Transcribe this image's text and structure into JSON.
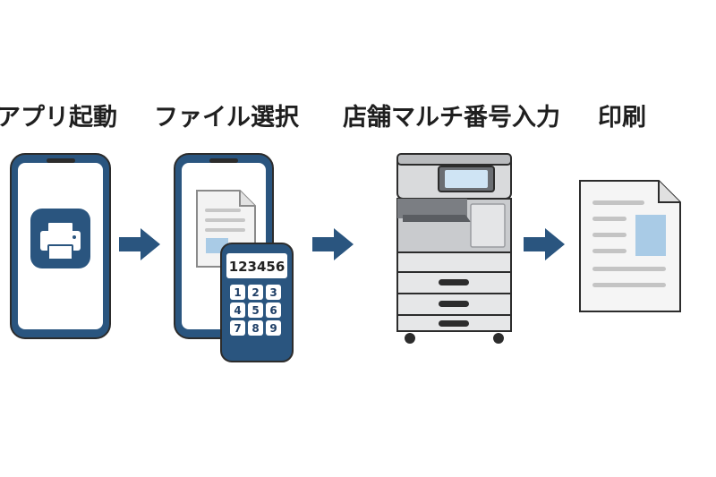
{
  "steps": [
    {
      "title": "アプリ起動",
      "icon": "app-launch-phone-icon"
    },
    {
      "title": "ファイル選択",
      "icon": "file-select-phone-icon"
    },
    {
      "title": "店舗マルチ番号入力",
      "icon": "multifunction-printer-icon"
    },
    {
      "title": "印刷",
      "icon": "printed-document-icon"
    }
  ],
  "keypad": {
    "display": "123456",
    "keys": [
      "1",
      "2",
      "3",
      "4",
      "5",
      "6",
      "7",
      "8",
      "9"
    ]
  },
  "colors": {
    "accent": "#2a557f",
    "outline": "#2c2c2c",
    "screen": "#ffffff",
    "printer_body": "#d9dadc",
    "printer_dark": "#6b6e73",
    "document_highlight": "#a9cbe6"
  }
}
